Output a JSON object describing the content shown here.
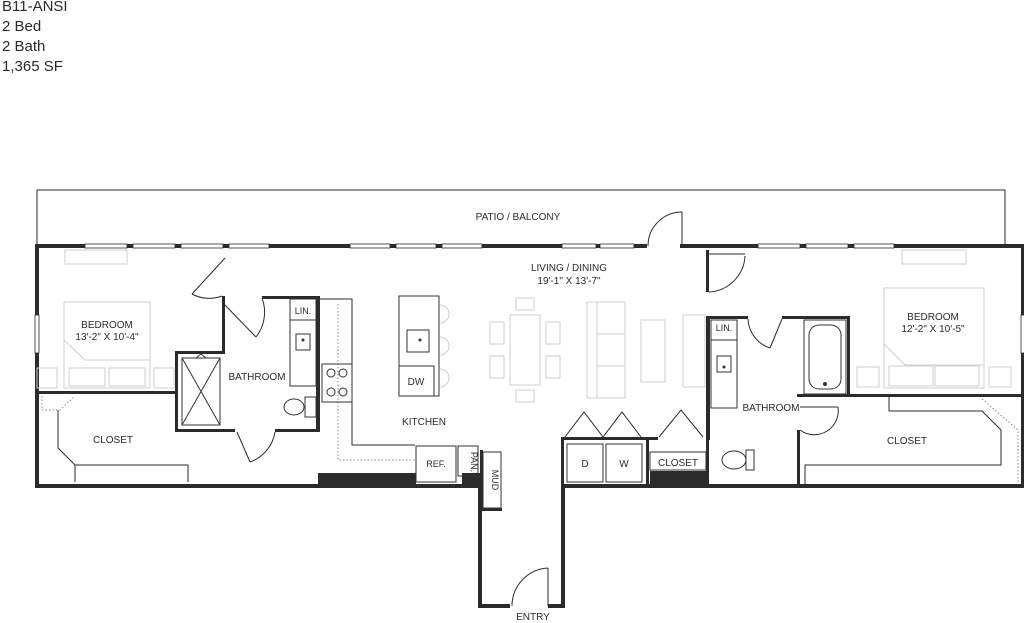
{
  "unit": {
    "name": "B11-ANSI",
    "beds": "2 Bed",
    "baths": "2 Bath",
    "area": "1,365 SF"
  },
  "rooms": {
    "patio": "PATIO / BALCONY",
    "living": "LIVING / DINING",
    "living_dims": "19'-1\" X 13'-7\"",
    "bedroom1": "BEDROOM",
    "bedroom1_dims": "13'-2\" X 10'-4\"",
    "bedroom2": "BEDROOM",
    "bedroom2_dims": "12'-2\" X 10'-5\"",
    "bathroom1": "BATHROOM",
    "bathroom2": "BATHROOM",
    "kitchen": "KITCHEN",
    "closet1": "CLOSET",
    "closet2": "CLOSET",
    "closet3": "CLOSET",
    "entry": "ENTRY",
    "linen1": "LIN.",
    "linen2": "LIN.",
    "dw": "DW",
    "ref": "REF.",
    "pantry": "PAN.",
    "mud": "MUD",
    "dryer": "D",
    "washer": "W"
  }
}
